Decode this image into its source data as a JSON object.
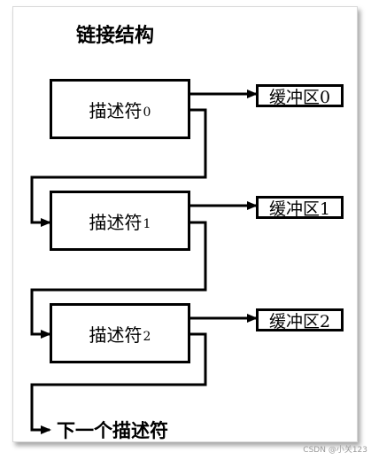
{
  "title": "链接结构",
  "descriptors": [
    {
      "label": "描述符",
      "index": "0"
    },
    {
      "label": "描述符",
      "index": "1"
    },
    {
      "label": "描述符",
      "index": "2"
    }
  ],
  "buffers": [
    {
      "label": "缓冲区0"
    },
    {
      "label": "缓冲区1"
    },
    {
      "label": "缓冲区2"
    }
  ],
  "next_label": "下一个描述符",
  "watermark": "CSDN @小关123",
  "colors": {
    "line": "#000000",
    "background": "#ffffff"
  }
}
